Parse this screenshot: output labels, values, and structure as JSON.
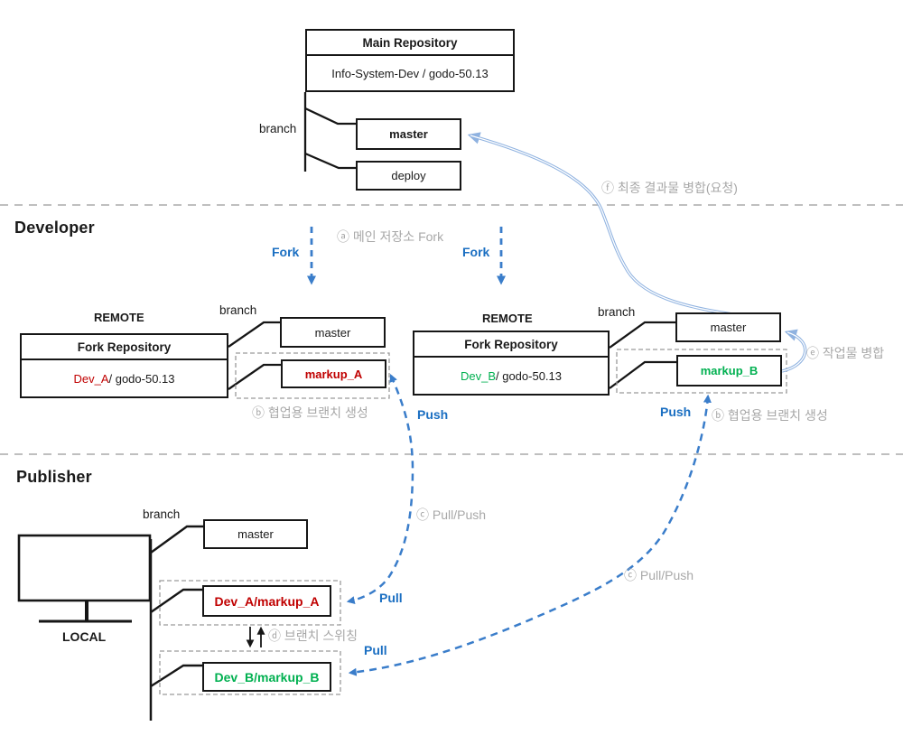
{
  "sections": {
    "developer": "Developer",
    "publisher": "Publisher"
  },
  "main_repo": {
    "title": "Main Repository",
    "name": "Info-System-Dev / godo-50.13",
    "branch_label": "branch",
    "master": "master",
    "deploy": "deploy"
  },
  "fork_a": {
    "remote": "REMOTE",
    "title": "Fork Repository",
    "owner": "Dev_A",
    "path_suffix": " / godo-50.13",
    "branch_label": "branch",
    "master": "master",
    "feature": "markup_A"
  },
  "fork_b": {
    "remote": "REMOTE",
    "title": "Fork Repository",
    "owner": "Dev_B",
    "path_suffix": " / godo-50.13",
    "branch_label": "branch",
    "master": "master",
    "feature": "markup_B"
  },
  "local": {
    "label": "LOCAL",
    "branch_label": "branch",
    "master": "master",
    "branch_a": "Dev_A/markup_A",
    "branch_b": "Dev_B/markup_B"
  },
  "flow_labels": {
    "fork_left": "Fork",
    "fork_right": "Fork",
    "push_left": "Push",
    "push_right": "Push",
    "pull_a": "Pull",
    "pull_b": "Pull"
  },
  "annotations": {
    "a": "ⓐ 메인 저장소 Fork",
    "b_left": "ⓑ 협업용 브랜치 생성",
    "b_right": "ⓑ 협업용 브랜치 생성",
    "c_left": "ⓒ Pull/Push",
    "c_right": "ⓒ Pull/Push",
    "d": "ⓓ 브랜치 스위칭",
    "e": "ⓔ 작업물 병합",
    "f": "ⓕ 최종 결과물 병합(요청)"
  },
  "colors": {
    "action_blue": "#1b6fc2",
    "arrow_blue": "#3a7dca",
    "merge_light_blue": "#8fb2e0",
    "dev_a_red": "#c00000",
    "dev_b_green": "#00b050",
    "annotation_gray": "#a8a8a8"
  }
}
